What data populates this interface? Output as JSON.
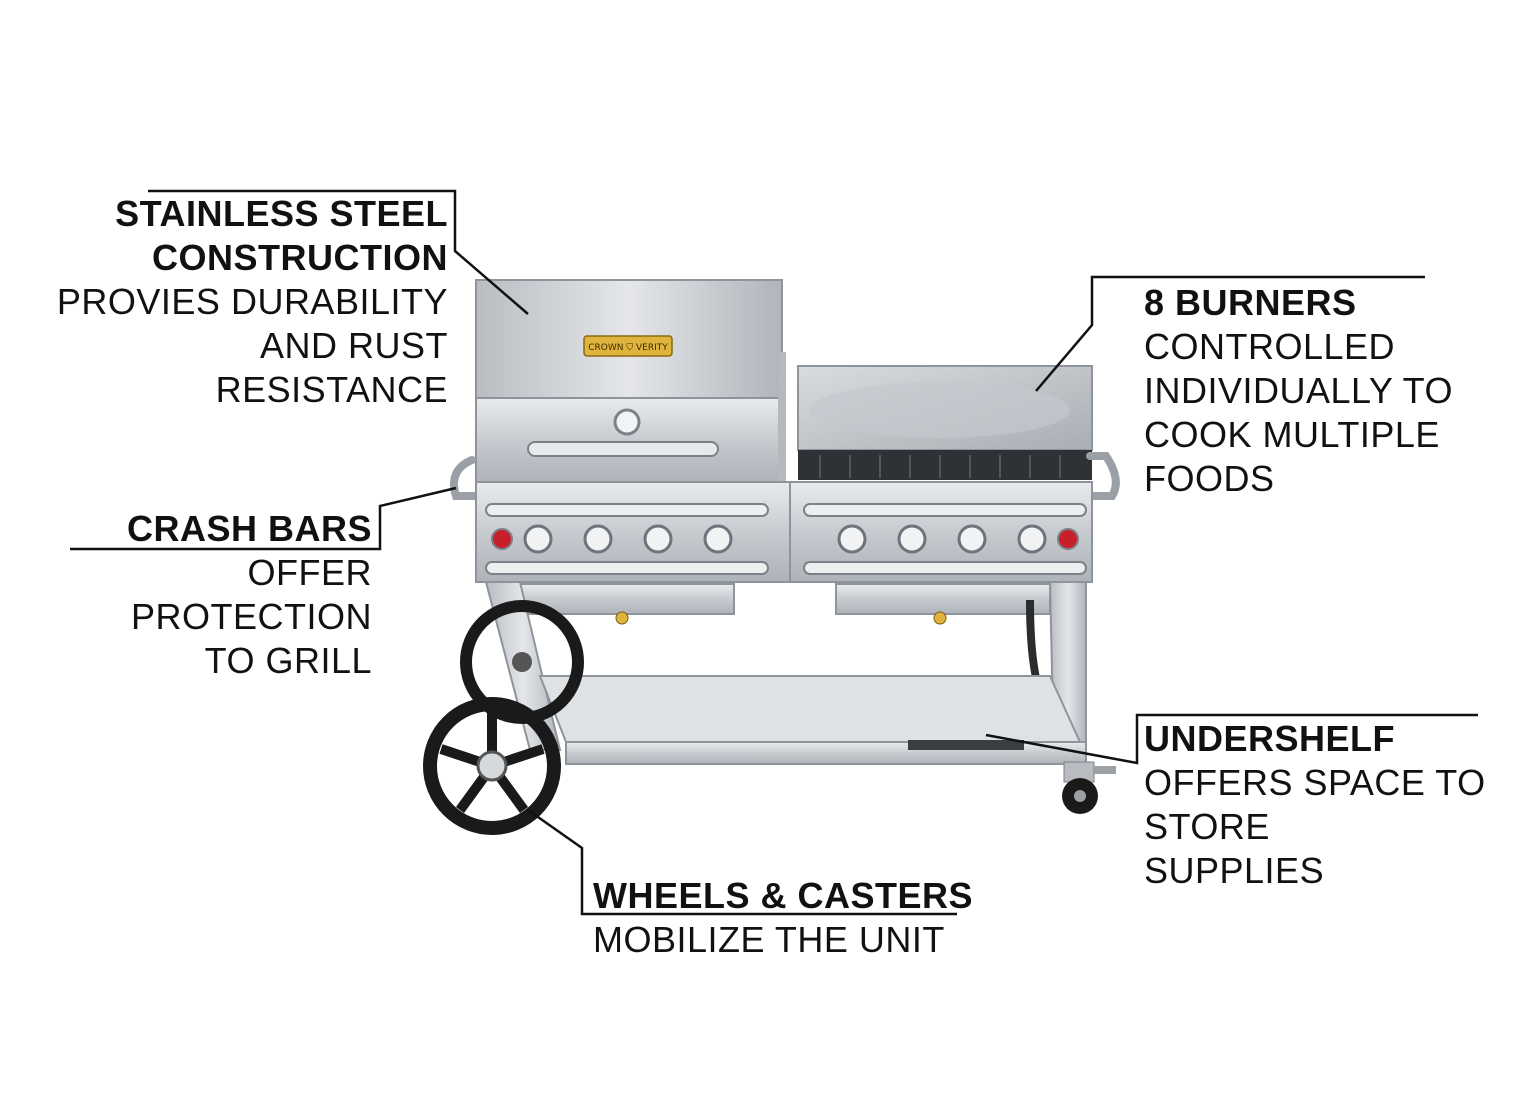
{
  "brand_plate": "CROWN ⛉ VERITY",
  "callouts": {
    "stainless": {
      "heading_line1": "STAINLESS STEEL",
      "heading_line2": "CONSTRUCTION",
      "text_line1": "PROVIES DURABILITY",
      "text_line2": "AND RUST",
      "text_line3": "RESISTANCE"
    },
    "crash": {
      "heading": "CRASH BARS",
      "text_line1": "OFFER PROTECTION",
      "text_line2": "TO GRILL"
    },
    "burners": {
      "heading": "8 BURNERS",
      "text_line1": "CONTROLLED",
      "text_line2": "INDIVIDUALLY TO",
      "text_line3": "COOK MULTIPLE",
      "text_line4": "FOODS"
    },
    "undershelf": {
      "heading": "UNDERSHELF",
      "text_line1": "OFFERS SPACE TO",
      "text_line2": "STORE",
      "text_line3": "SUPPLIES"
    },
    "wheels": {
      "heading": "WHEELS & CASTERS",
      "text_line1": "MOBILIZE THE UNIT"
    }
  },
  "colors": {
    "steel": "#c9ccd0",
    "steel_dark": "#8e949b",
    "label_gold": "#e0b43c",
    "wheel": "#1a1a1a",
    "knob_red": "#c8202a"
  }
}
